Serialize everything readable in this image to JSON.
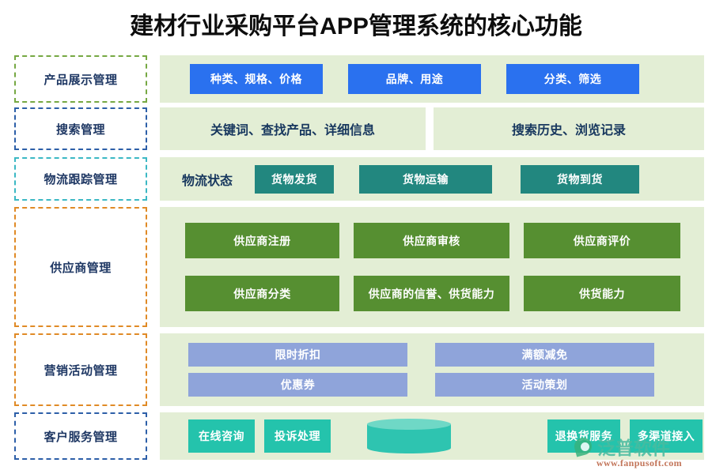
{
  "title": "建材行业采购平台APP管理系统的核心功能",
  "rows": [
    {
      "id": "product",
      "category": "产品展示管理",
      "border_color": "#76a843",
      "chip_color": "#2a71ef",
      "chips": [
        "种类、规格、价格",
        "品牌、用途",
        "分类、筛选"
      ]
    },
    {
      "id": "search",
      "category": "搜索管理",
      "border_color": "#2d5fa8",
      "panels": [
        "关键词、查找产品、详细信息",
        "搜索历史、浏览记录"
      ]
    },
    {
      "id": "logistics",
      "category": "物流跟踪管理",
      "border_color": "#3bb8c4",
      "chip_color": "#22877f",
      "label": "物流状态",
      "chips": [
        "货物发货",
        "货物运输",
        "货物到货"
      ]
    },
    {
      "id": "supplier",
      "category": "供应商管理",
      "border_color": "#e08a26",
      "chip_color": "#568f31",
      "chips": [
        "供应商注册",
        "供应商审核",
        "供应商评价",
        "供应商分类",
        "供应商的信誉、供货能力",
        "供货能力"
      ]
    },
    {
      "id": "marketing",
      "category": "营销活动管理",
      "border_color": "#e08a26",
      "chip_color": "#8fa4da",
      "chips": [
        "限时折扣",
        "满额减免",
        "优惠券",
        "活动策划"
      ]
    },
    {
      "id": "service",
      "category": "客户服务管理",
      "border_color": "#2d5fa8",
      "chip_color": "#24c3ac",
      "chips": [
        "在线咨询",
        "投诉处理",
        "退换货服务",
        "多渠道接入"
      ]
    }
  ],
  "watermark": {
    "name": "泛普软件",
    "url": "www.fanpusoft.com"
  }
}
